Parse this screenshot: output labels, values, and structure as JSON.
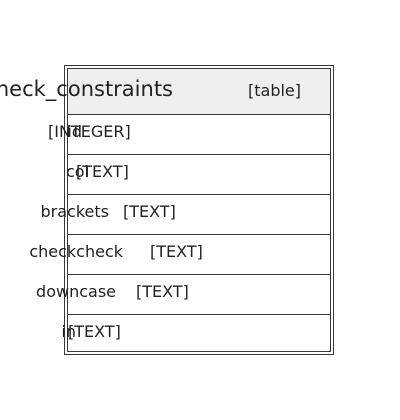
{
  "table": {
    "name": "check_constraints",
    "kind_label": "[table]",
    "columns": [
      {
        "name": "id",
        "type": "[INTEGER]"
      },
      {
        "name": "col",
        "type": "[TEXT]"
      },
      {
        "name": "brackets",
        "type": "[TEXT]"
      },
      {
        "name": "checkcheck",
        "type": "[TEXT]"
      },
      {
        "name": "downcase",
        "type": "[TEXT]"
      },
      {
        "name": "in",
        "type": "[TEXT]"
      }
    ]
  },
  "colors": {
    "border": "#3a3a3a",
    "header_fill": "#efefef",
    "text": "#222222"
  }
}
